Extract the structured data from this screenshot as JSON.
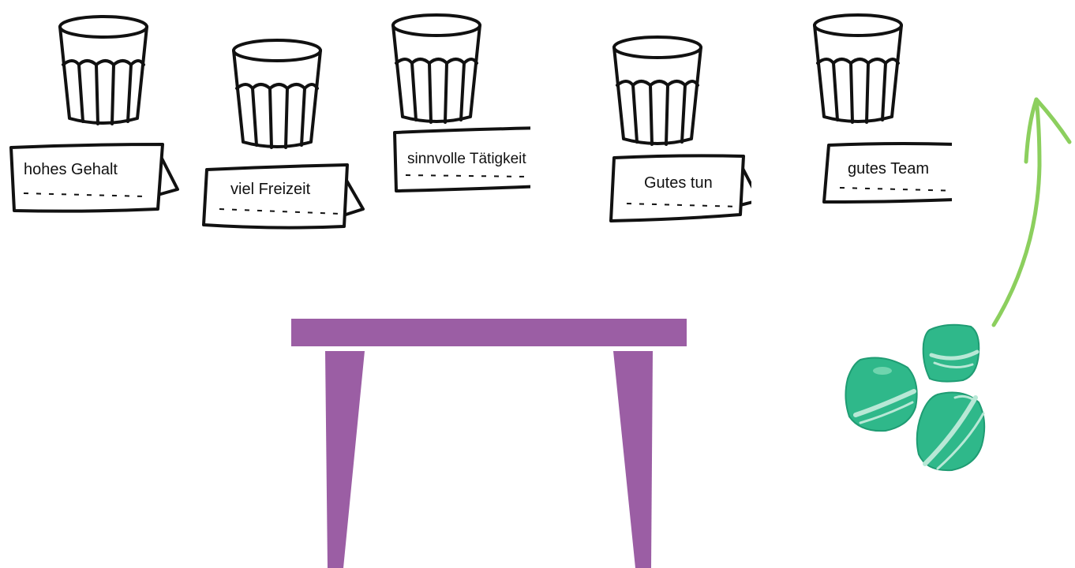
{
  "cards": [
    {
      "label": "hohes Gehalt"
    },
    {
      "label": "viel Freizeit"
    },
    {
      "label": "sinnvolle Tätigkeit"
    },
    {
      "label": "Gutes tun"
    },
    {
      "label": "gutes Team"
    }
  ],
  "colors": {
    "table": "#9b5ea4",
    "stone_fill": "#2fb88a",
    "stone_dark": "#1f9c73",
    "stone_highlight": "#b8e8d6",
    "arrow": "#8ccf5e",
    "ink": "#111111"
  },
  "icons": [
    "glass-icon",
    "name-card",
    "table-illustration",
    "stones-icon",
    "curved-arrow-icon"
  ]
}
